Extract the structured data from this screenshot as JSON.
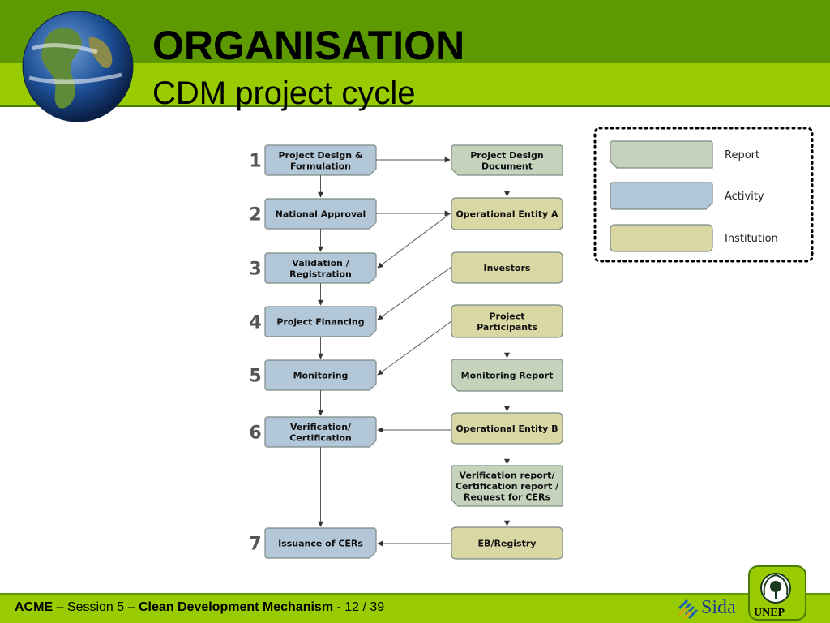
{
  "header": {
    "title": "ORGANISATION",
    "subtitle": "CDM project cycle"
  },
  "colors": {
    "report": "#c5d3bd",
    "activity": "#b2c7d8",
    "institution": "#d9d7a4",
    "header_dark": "#5d9900",
    "header_light": "#99cc00"
  },
  "steps": [
    "1",
    "2",
    "3",
    "4",
    "5",
    "6",
    "7"
  ],
  "activities": [
    [
      "Project Design &",
      "Formulation"
    ],
    [
      "National Approval"
    ],
    [
      "Validation /",
      "Registration"
    ],
    [
      "Project Financing"
    ],
    [
      "Monitoring"
    ],
    [
      "Verification/",
      "Certification"
    ],
    [
      "Issuance of CERs"
    ]
  ],
  "right_items": [
    {
      "type": "report",
      "lines": [
        "Project Design",
        "Document"
      ]
    },
    {
      "type": "institution",
      "lines": [
        "Operational Entity A"
      ]
    },
    {
      "type": "institution",
      "lines": [
        "Investors"
      ]
    },
    {
      "type": "institution",
      "lines": [
        "Project",
        "Participants"
      ]
    },
    {
      "type": "report",
      "lines": [
        "Monitoring Report"
      ]
    },
    {
      "type": "institution",
      "lines": [
        "Operational Entity B"
      ]
    },
    {
      "type": "report",
      "lines": [
        "Verification report/",
        "Certification report /",
        "Request for CERs"
      ]
    },
    {
      "type": "institution",
      "lines": [
        "EB/Registry"
      ]
    }
  ],
  "legend": [
    {
      "type": "report",
      "label": "Report"
    },
    {
      "type": "activity",
      "label": "Activity"
    },
    {
      "type": "institution",
      "label": "Institution"
    }
  ],
  "footer": {
    "org": "ACME",
    "sep1": " – ",
    "session": "Session 5",
    "sep2": " – ",
    "topic": "Clean Development Mechanism",
    "sep3": " - ",
    "page": "12 / 39"
  },
  "logos": {
    "sida": "Sida",
    "unep": "UNEP"
  }
}
